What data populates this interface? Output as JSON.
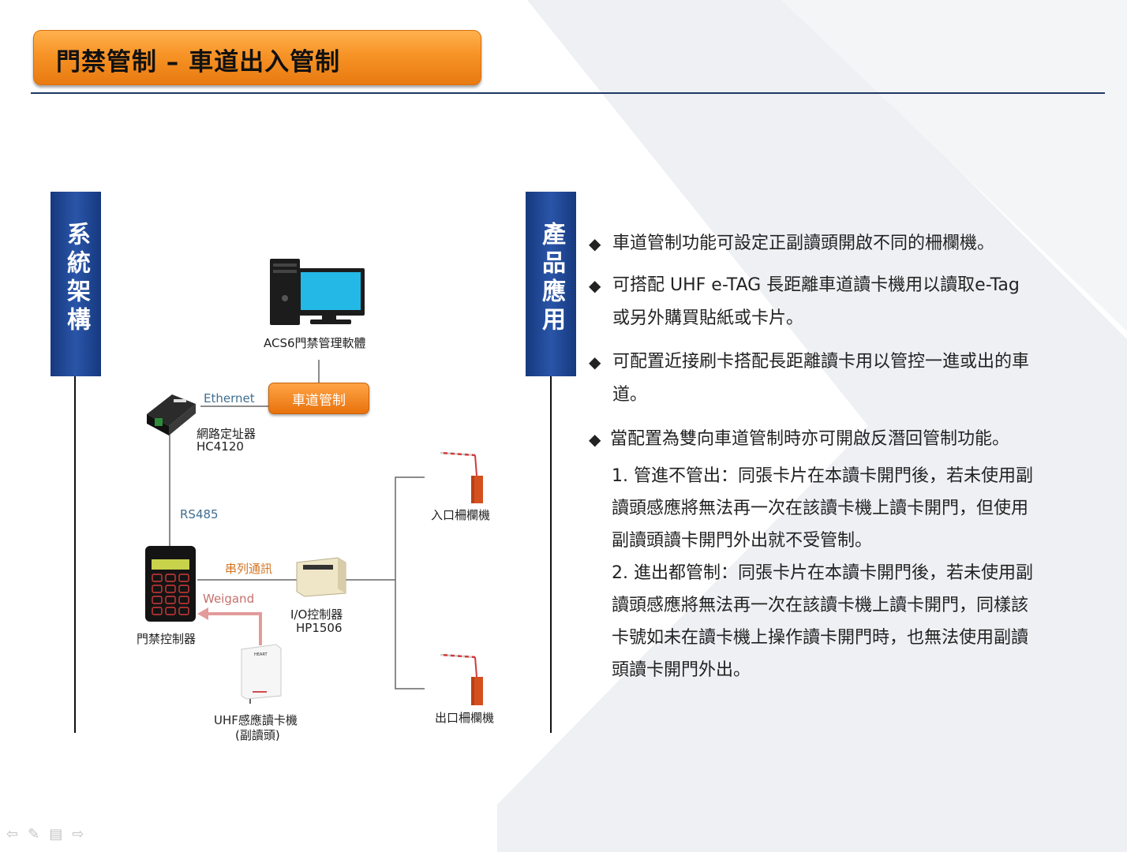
{
  "title": "門禁管制 – 車道出入管制",
  "left_section": {
    "tab_label": "系統架構"
  },
  "right_section": {
    "tab_label": "產品應用"
  },
  "diagram": {
    "software_label": "ACS6門禁管理軟體",
    "road_control_button": "車道管制",
    "ethernet_label": "Ethernet",
    "network_addresser_label": "網路定址器",
    "network_addresser_model": "HC4120",
    "rs485_label": "RS485",
    "serial_label": "串列通訊",
    "weigand_label": "Weigand",
    "io_controller_label": "I/O控制器",
    "io_controller_model": "HP1506",
    "access_controller_label": "門禁控制器",
    "uhf_reader_label": "UHF感應讀卡機",
    "uhf_reader_sub": "(副讀頭)",
    "entry_gate_label": "入口柵欄機",
    "exit_gate_label": "出口柵欄機",
    "device_brand": "HEART"
  },
  "bullets": {
    "marker": "◆",
    "item1": "車道管制功能可設定正副讀頭開啟不同的柵欄機。",
    "item2_line1": "可搭配 UHF e-TAG 長距離車道讀卡機用以讀取e-Tag",
    "item2_line2": "或另外購買貼紙或卡片。",
    "item3_line1": "可配置近接刷卡搭配長距離讀卡用以管控一進或出的車",
    "item3_line2": "道。",
    "item4": "當配置為雙向車道管制時亦可開啟反潛回管制功能。",
    "sub1_line1": "1. 管進不管出：同張卡片在本讀卡開門後，若未使用副",
    "sub1_line2": "讀頭感應將無法再一次在該讀卡機上讀卡開門，但使用",
    "sub1_line3": "副讀頭讀卡開門外出就不受管制。",
    "sub2_line1": "2. 進出都管制：同張卡片在本讀卡開門後，若未使用副",
    "sub2_line2": "讀頭感應將無法再一次在該讀卡機上讀卡開門，同樣該",
    "sub2_line3": "卡號如未在讀卡機上操作讀卡開門時，也無法使用副讀",
    "sub2_line4": "頭讀卡開門外出。"
  },
  "colors": {
    "title_orange": "#f79326",
    "tab_blue": "#1f4590",
    "rule_navy": "#1f3864",
    "chevron_gray": "#eceef1"
  }
}
